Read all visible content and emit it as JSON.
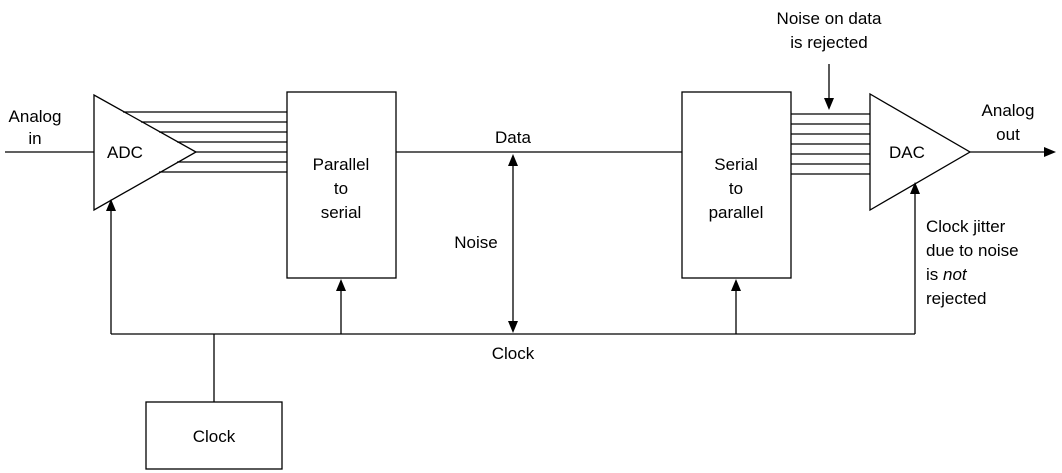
{
  "labels": {
    "analog_in_1": "Analog",
    "analog_in_2": "in",
    "adc": "ADC",
    "p2s_1": "Parallel",
    "p2s_2": "to",
    "p2s_3": "serial",
    "data": "Data",
    "noise": "Noise",
    "s2p_1": "Serial",
    "s2p_2": "to",
    "s2p_3": "parallel",
    "noise_data_1": "Noise on data",
    "noise_data_2": "is rejected",
    "dac": "DAC",
    "analog_out_1": "Analog",
    "analog_out_2": "out",
    "jitter_1": "Clock jitter",
    "jitter_2": "due to noise",
    "jitter_3a": "is ",
    "jitter_3b": "not",
    "jitter_4": "rejected",
    "clock_line": "Clock",
    "clock_box": "Clock"
  }
}
